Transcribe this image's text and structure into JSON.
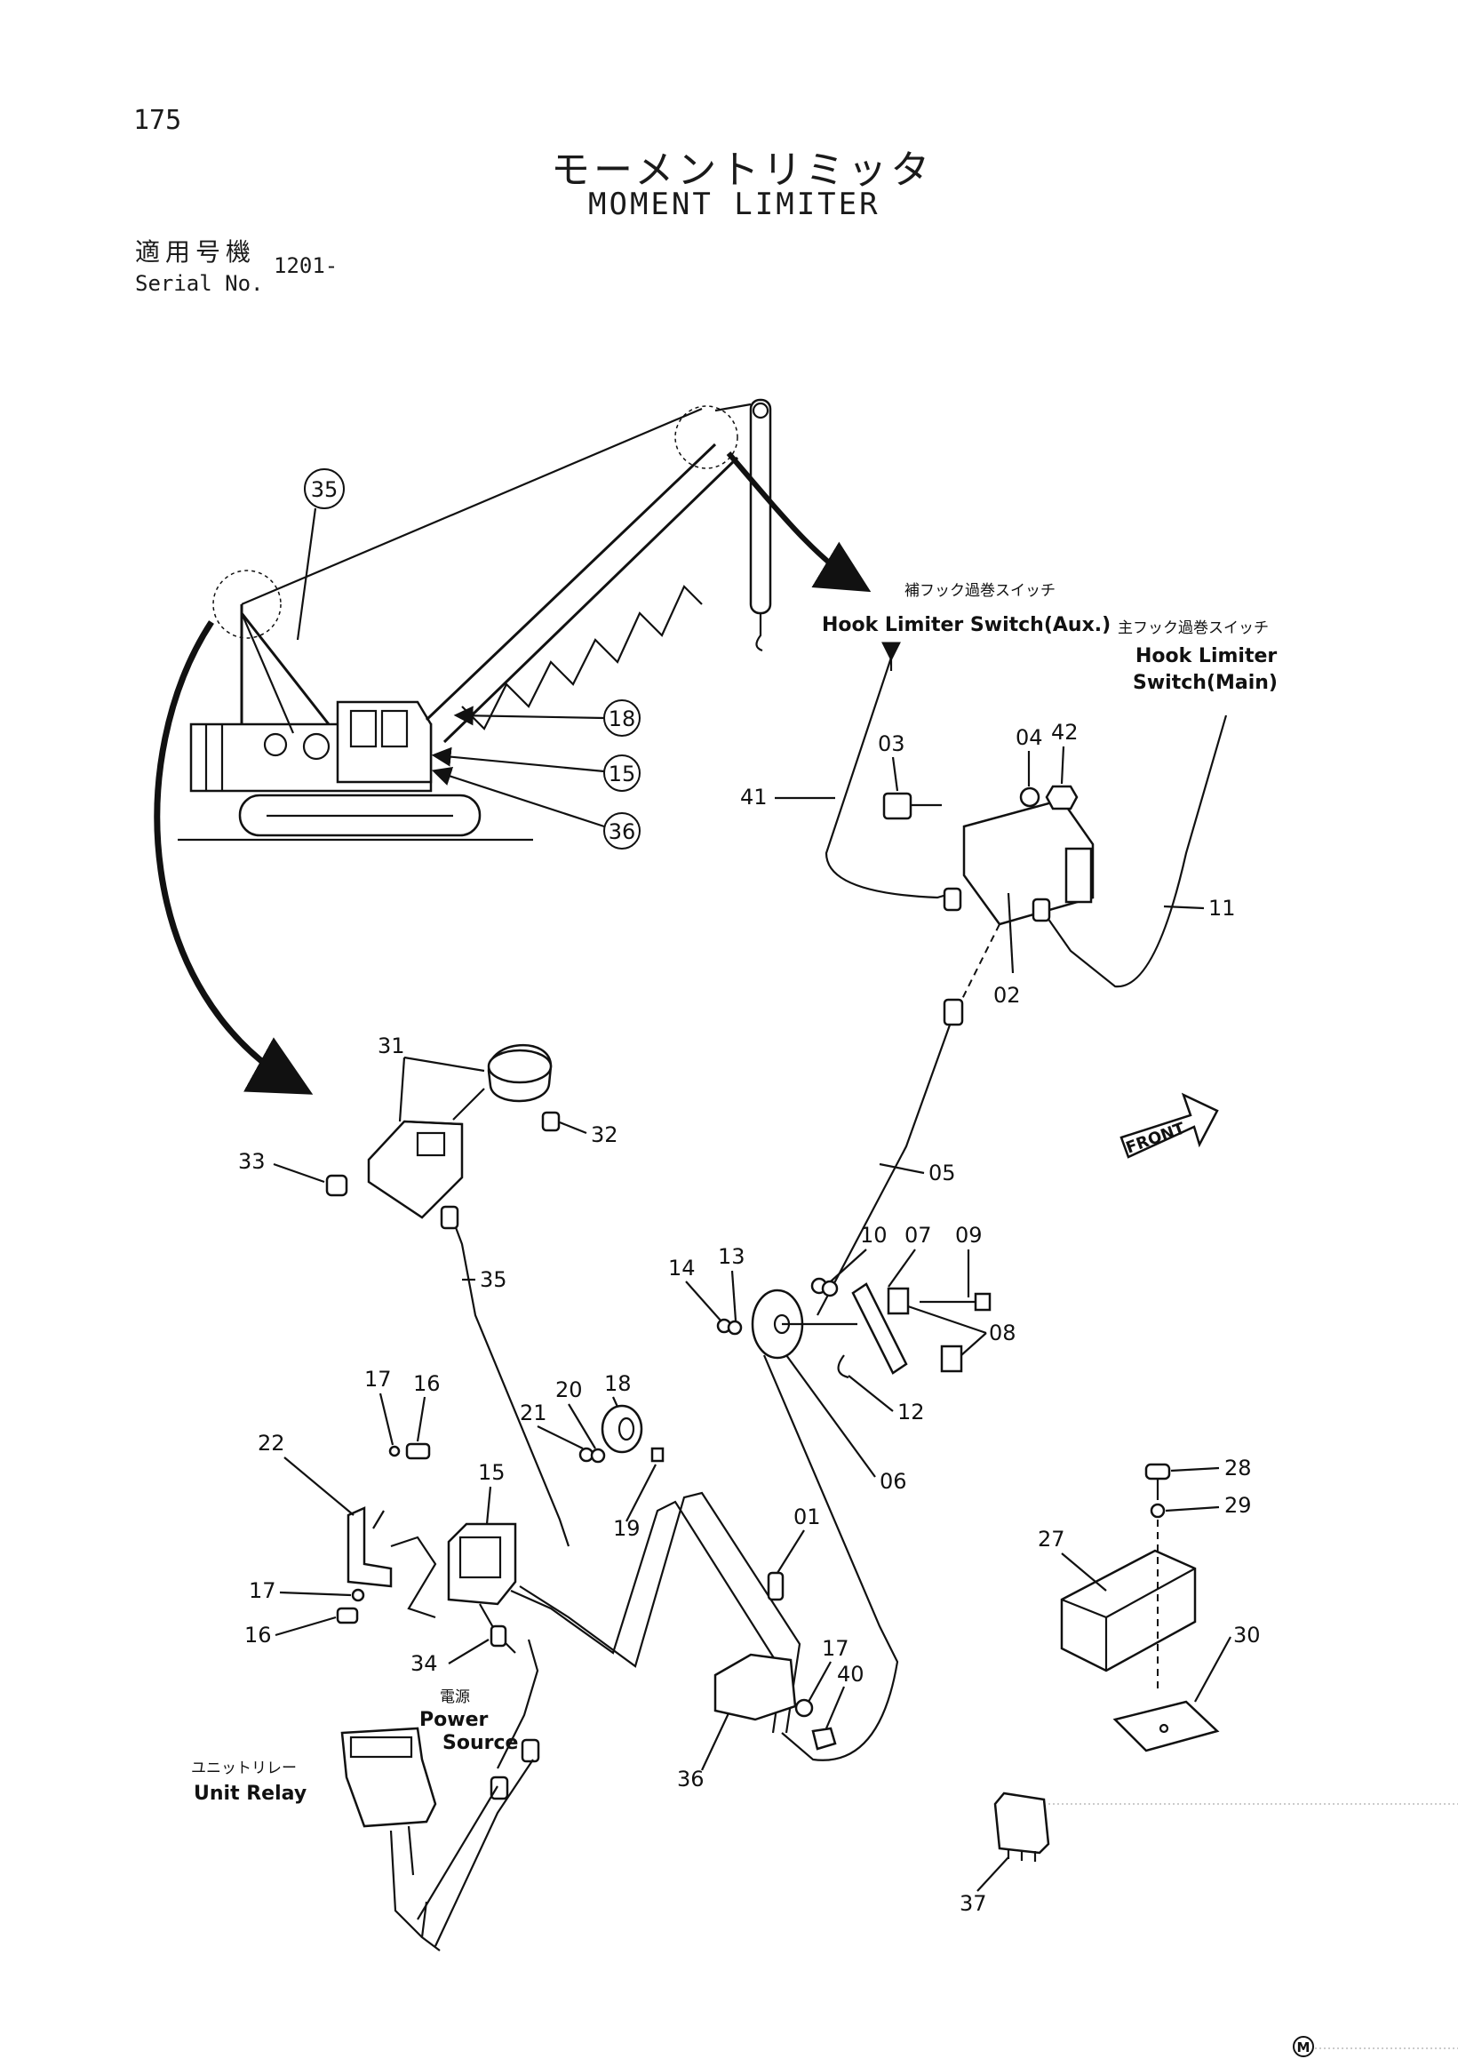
{
  "page_number": "175",
  "title_jp": "モーメントリミッタ",
  "title_en": "MOMENT LIMITER",
  "serial": {
    "label_jp": "適用号機",
    "label_en": "Serial No.",
    "value": "1201-"
  },
  "labels": {
    "hook_aux_jp": "補フック過巻スイッチ",
    "hook_aux_en": "Hook Limiter Switch(Aux.)",
    "hook_main_jp": "主フック過巻スイッチ",
    "hook_main_en_1": "Hook Limiter",
    "hook_main_en_2": "Switch(Main)",
    "front": "FRONT",
    "power_jp": "電源",
    "power_en_1": "Power",
    "power_en_2": "Source",
    "unit_relay_jp": "ユニットリレー",
    "unit_relay_en": "Unit Relay",
    "m_mark": "M"
  },
  "callouts": {
    "c35_crane": "35",
    "c18_crane": "18",
    "c15_crane": "15",
    "c36_crane": "36",
    "p41": "41",
    "p03": "03",
    "p04": "04",
    "p42": "42",
    "p11": "11",
    "p02": "02",
    "p31": "31",
    "p32": "32",
    "p33": "33",
    "p05": "05",
    "p14": "14",
    "p13": "13",
    "p10": "10",
    "p07": "07",
    "p09": "09",
    "p08": "08",
    "p12": "12",
    "p06": "06",
    "p35": "35",
    "p18": "18",
    "p17a": "17",
    "p16a": "16",
    "p21": "21",
    "p20": "20",
    "p22": "22",
    "p15": "15",
    "p19": "19",
    "p17b": "17",
    "p16b": "16",
    "p01": "01",
    "p28": "28",
    "p29": "29",
    "p27": "27",
    "p30": "30",
    "p34": "34",
    "p17c": "17",
    "p40": "40",
    "p36": "36",
    "p37": "37"
  }
}
